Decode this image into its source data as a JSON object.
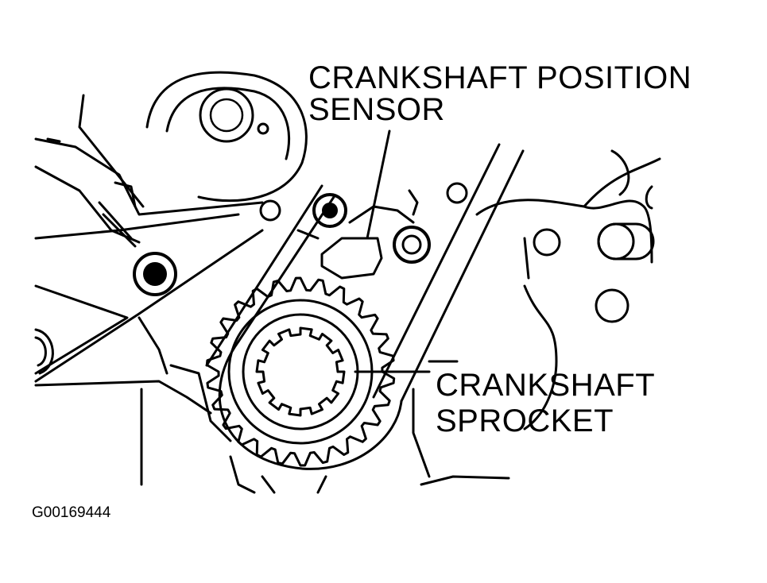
{
  "labels": {
    "sensor_line1": "CRANKSHAFT POSITION",
    "sensor_line2": "SENSOR",
    "sprocket_line1": "CRANKSHAFT",
    "sprocket_line2": "SPROCKET"
  },
  "figure_id": "G00169444",
  "colors": {
    "ink": "#000000",
    "paper": "#ffffff"
  }
}
